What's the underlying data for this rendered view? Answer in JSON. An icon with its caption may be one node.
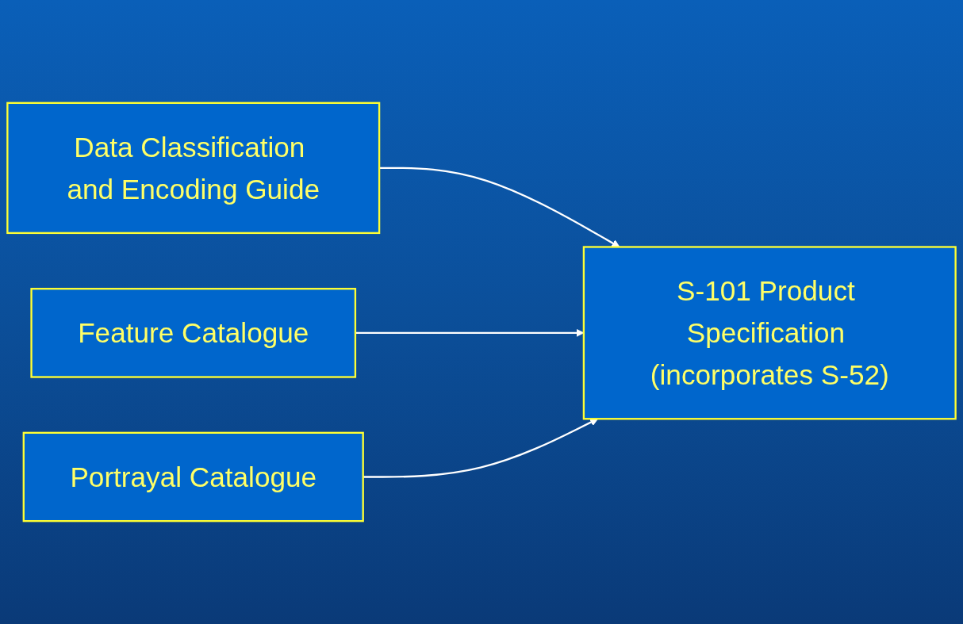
{
  "diagram": {
    "nodes": [
      {
        "text": [
          "Data Classification and Encoding Guide"
        ]
      },
      {
        "text": [
          "Feature Catalogue"
        ]
      },
      {
        "text": [
          "Portrayal Catalogue"
        ]
      },
      {
        "text": [
          "S-101 Product Specification (incorporates S-52)"
        ]
      }
    ],
    "edges": [
      {
        "from": 0,
        "to": 3,
        "arrow": "to"
      },
      {
        "from": 1,
        "to": 3,
        "arrow": "to"
      },
      {
        "from": 2,
        "to": 3,
        "arrow": "to"
      }
    ]
  }
}
